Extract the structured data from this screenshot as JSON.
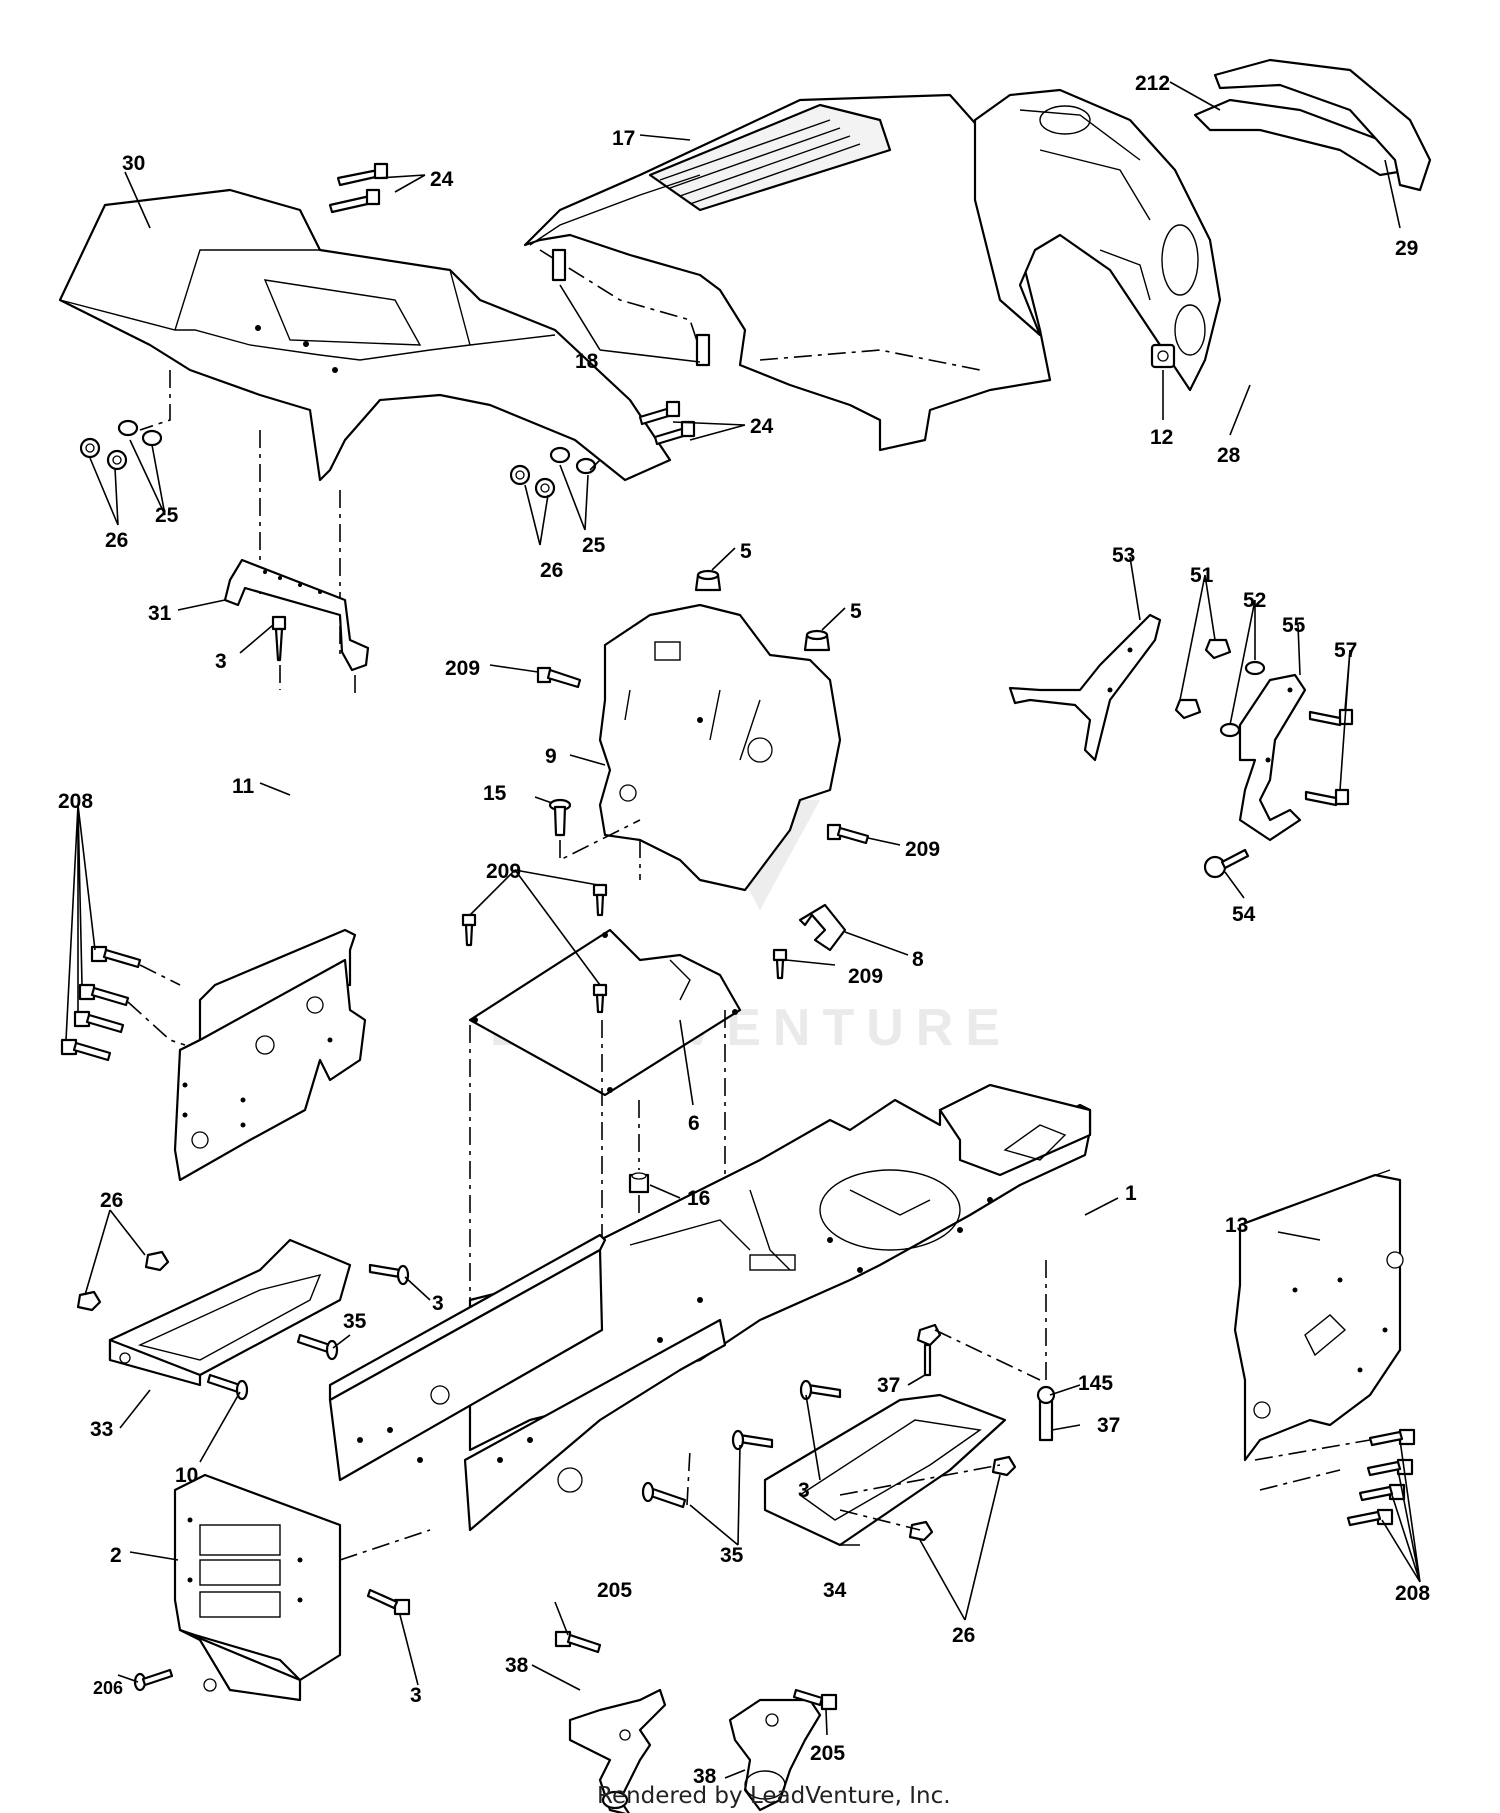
{
  "watermark": "LEADVENTURE",
  "footer": "Rendered by LeadVenture, Inc.",
  "callouts": {
    "c30": "30",
    "c24a": "24",
    "c17": "17",
    "c212": "212",
    "c29": "29",
    "c18": "18",
    "c24b": "24",
    "c12": "12",
    "c28": "28",
    "c25a": "25",
    "c26a": "26",
    "c26b": "26",
    "c25b": "25",
    "c31": "31",
    "c3a": "3",
    "c5a": "5",
    "c5b": "5",
    "c209a": "209",
    "c9": "9",
    "c53": "53",
    "c51": "51",
    "c52": "52",
    "c55": "55",
    "c57": "57",
    "c208a": "208",
    "c11": "11",
    "c15": "15",
    "c209b": "209",
    "c209c": "209",
    "c8": "8",
    "c209d": "209",
    "c54": "54",
    "c6": "6",
    "c1": "1",
    "c16": "16",
    "c26c": "26",
    "c3b": "3",
    "c13": "13",
    "c35a": "35",
    "c37a": "37",
    "c145": "145",
    "c37b": "37",
    "c33": "33",
    "c10": "10",
    "c3c": "3",
    "c2": "2",
    "c35b": "35",
    "c34": "34",
    "c208b": "208",
    "c205a": "205",
    "c38a": "38",
    "c206": "206",
    "c3d": "3",
    "c26d": "26",
    "c38b": "38",
    "c205b": "205"
  }
}
